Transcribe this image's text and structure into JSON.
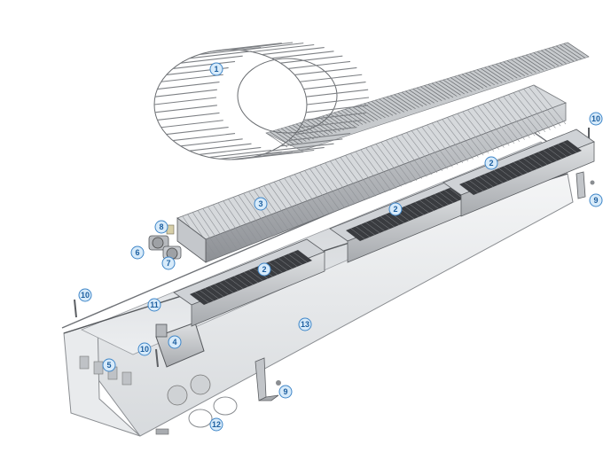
{
  "callouts": [
    {
      "id": "c1",
      "label": "1"
    },
    {
      "id": "c2a",
      "label": "2"
    },
    {
      "id": "c2b",
      "label": "2"
    },
    {
      "id": "c2c",
      "label": "2"
    },
    {
      "id": "c3",
      "label": "3"
    },
    {
      "id": "c4",
      "label": "4"
    },
    {
      "id": "c5",
      "label": "5"
    },
    {
      "id": "c6",
      "label": "6"
    },
    {
      "id": "c7",
      "label": "7"
    },
    {
      "id": "c8",
      "label": "8"
    },
    {
      "id": "c9a",
      "label": "9"
    },
    {
      "id": "c9b",
      "label": "9"
    },
    {
      "id": "c10a",
      "label": "10"
    },
    {
      "id": "c10b",
      "label": "10"
    },
    {
      "id": "c10c",
      "label": "10"
    },
    {
      "id": "c11",
      "label": "11"
    },
    {
      "id": "c12",
      "label": "12"
    },
    {
      "id": "c13",
      "label": "13"
    }
  ],
  "colors": {
    "metal_light": "#e6e8ea",
    "metal_mid": "#b9bcc0",
    "metal_dark": "#6d7075",
    "fan_dark": "#3a3c40",
    "callout_fill": "#d8ebfa",
    "callout_stroke": "#3f86c8",
    "callout_text": "#1d5fa0"
  }
}
